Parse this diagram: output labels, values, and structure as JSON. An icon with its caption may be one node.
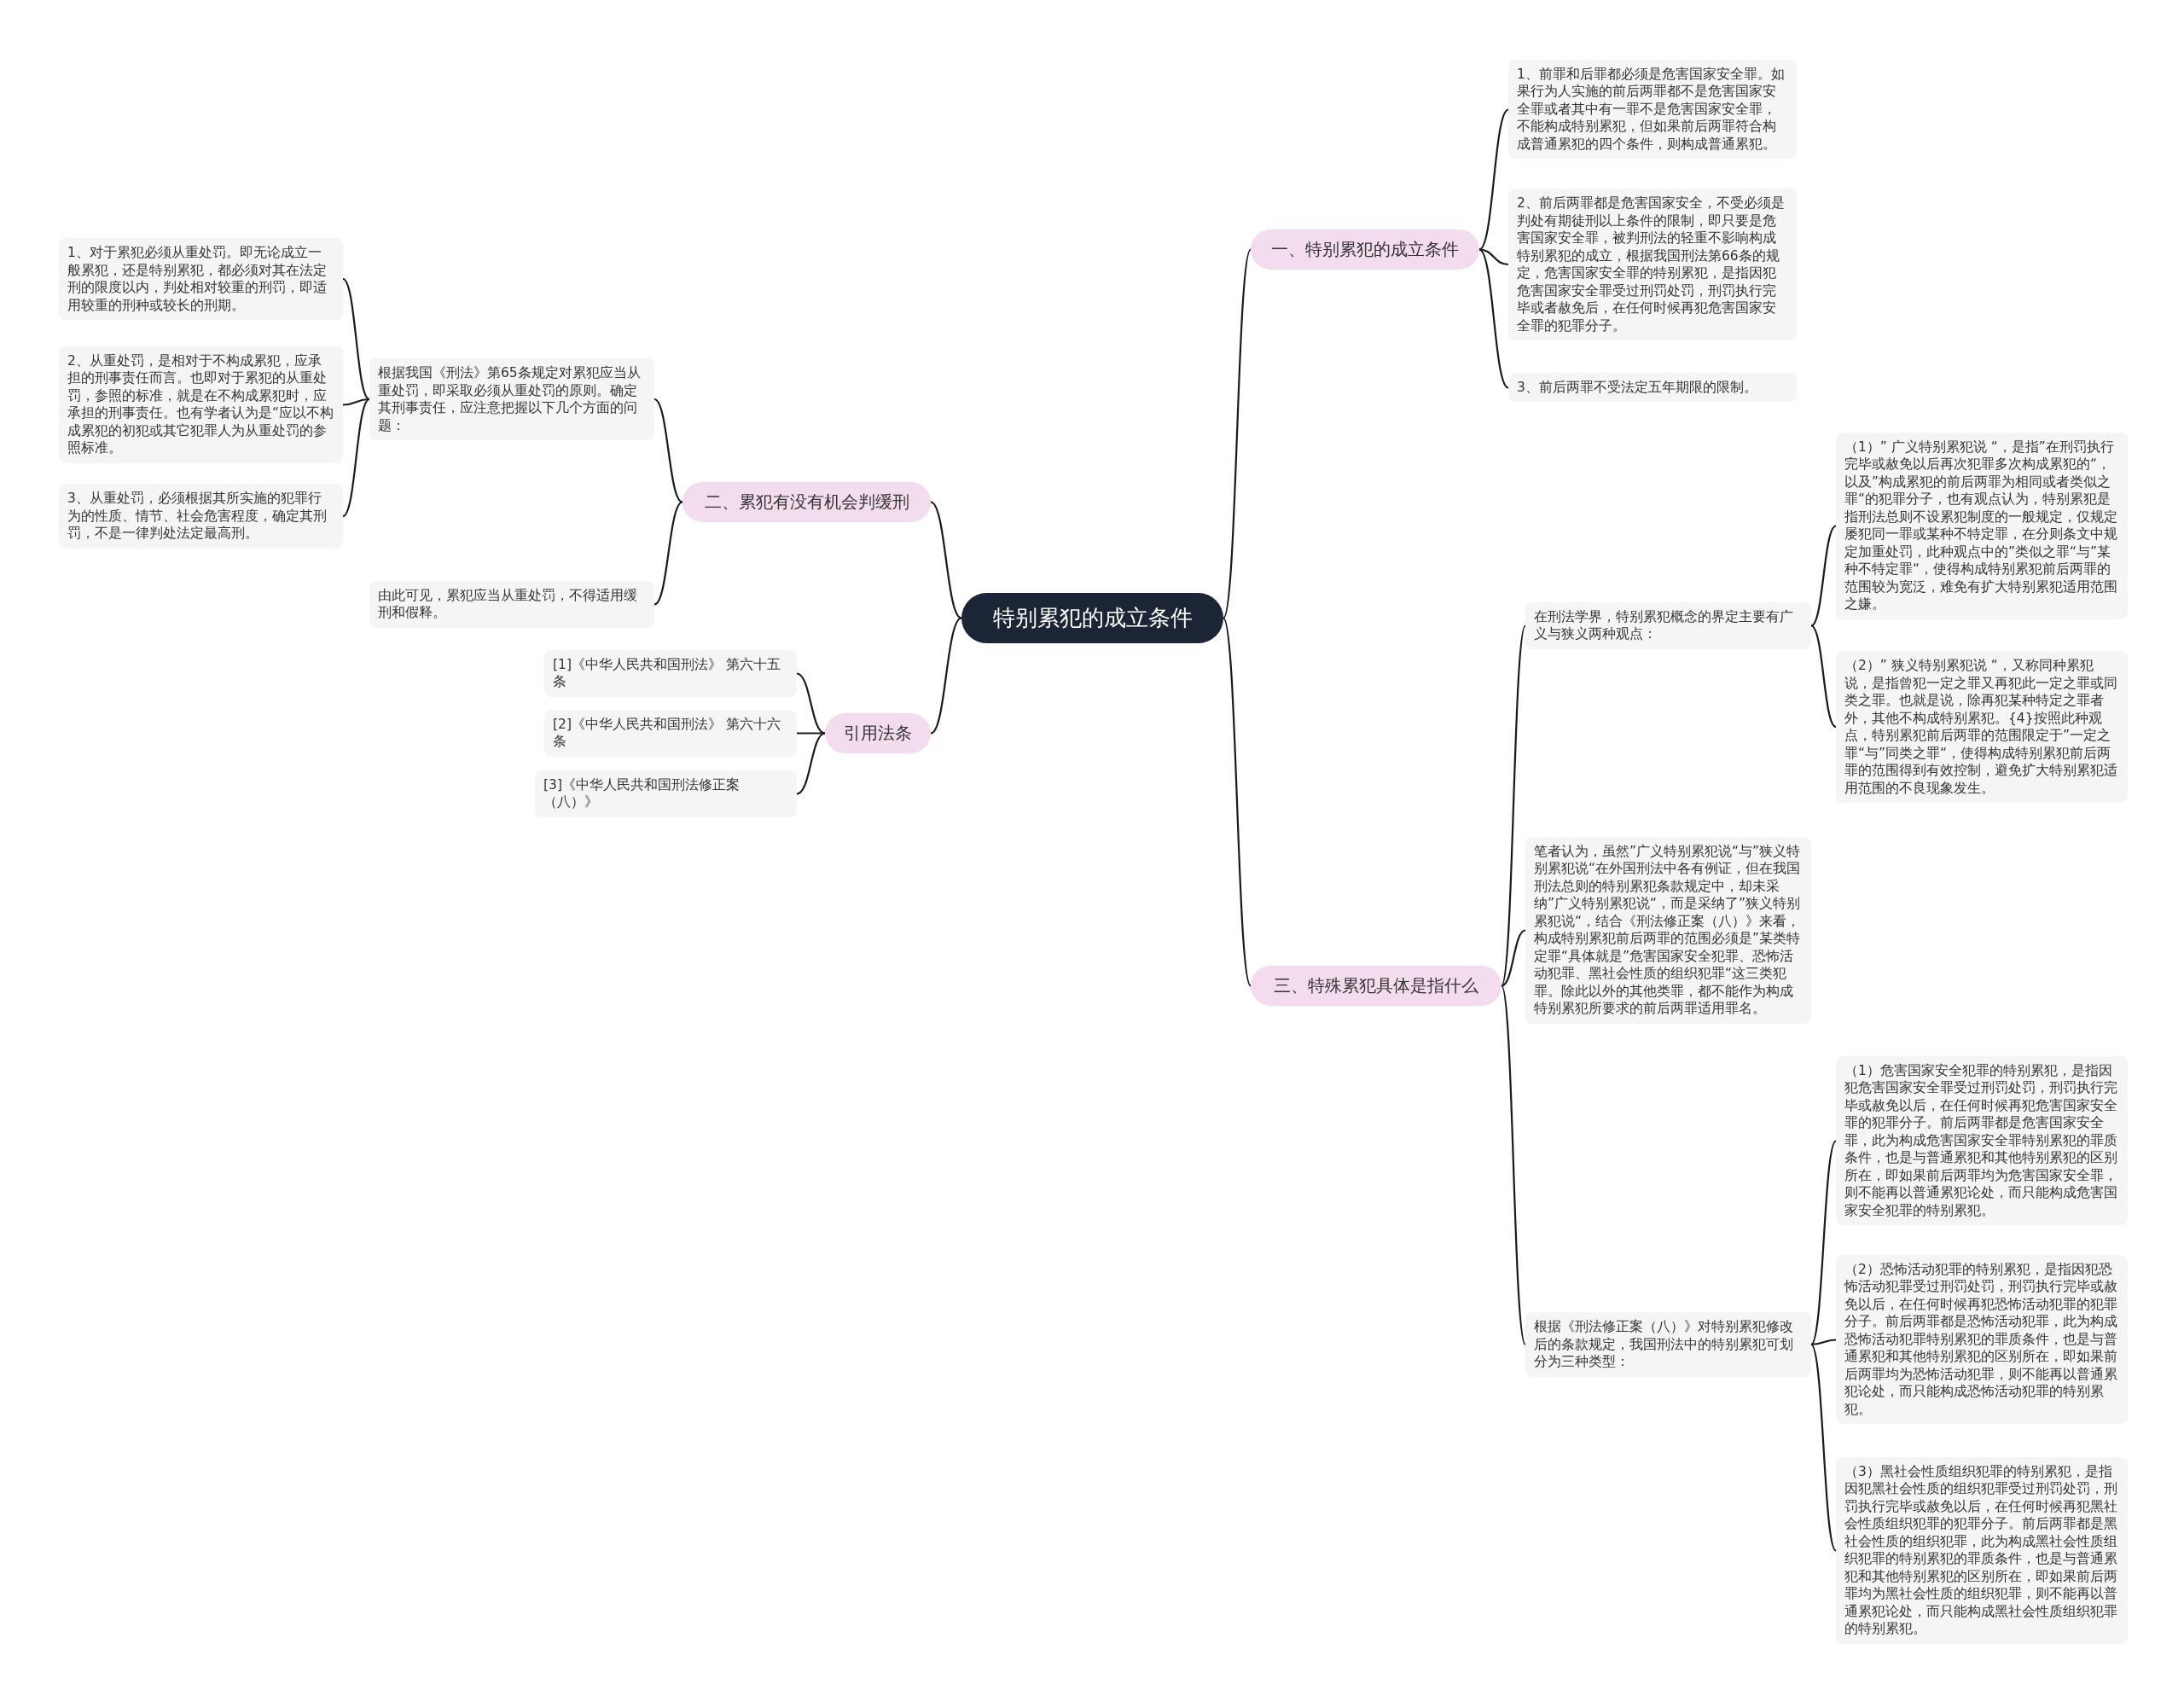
{
  "diagram": {
    "nodes": [
      {
        "text": [
          "特别累犯的成立条件"
        ]
      },
      {
        "text": [
          "一、特别累犯的成立条件"
        ]
      },
      {
        "text": [
          "1、前罪和后罪都必须是危害国家安全罪。如果行为人实施的前后两罪都不是危害国家安全罪或者其中有一罪不是危害国家安全罪，不能构成特别累犯，但如果前后两罪符合构成普通累犯的四个条件，则构成普通累犯。"
        ]
      },
      {
        "text": [
          "2、前后两罪都是危害国家安全，不受必须是判处有期徒刑以上条件的限制，即只要是危害国家安全罪，被判刑法的轻重不影响构成特别累犯的成立，根据我国刑法第66条的规定，危害国家安全罪的特别累犯，是指因犯危害国家安全罪受过刑罚处罚，刑罚执行完毕或者赦免后，在任何时候再犯危害国家安全罪的犯罪分子。"
        ]
      },
      {
        "text": [
          "3、前后两罪不受法定五年期限的限制。"
        ]
      },
      {
        "text": [
          "二、累犯有没有机会判缓刑"
        ]
      },
      {
        "text": [
          "根据我国《刑法》第65条规定对累犯应当从重处罚，即采取必须从重处罚的原则。确定其刑事责任，应注意把握以下几个方面的问题："
        ]
      },
      {
        "text": [
          "1、对于累犯必须从重处罚。即无论成立一般累犯，还是特别累犯，都必须对其在法定刑的限度以内，判处相对较重的刑罚，即适用较重的刑种或较长的刑期。"
        ]
      },
      {
        "text": [
          "2、从重处罚，是相对于不构成累犯，应承担的刑事责任而言。也即对于累犯的从重处罚，参照的标准，就是在不构成累犯时，应承担的刑事责任。也有学者认为是“应以不构成累犯的初犯或其它犯罪人为从重处罚的参照标准。"
        ]
      },
      {
        "text": [
          "3、从重处罚，必须根据其所实施的犯罪行为的性质、情节、社会危害程度，确定其刑罚，不是一律判处法定最高刑。"
        ]
      },
      {
        "text": [
          "由此可见，累犯应当从重处罚，不得适用缓刑和假释。"
        ]
      },
      {
        "text": [
          "引用法条"
        ]
      },
      {
        "text": [
          "[1]《中华人民共和国刑法》 第六十五条"
        ]
      },
      {
        "text": [
          "[2]《中华人民共和国刑法》 第六十六条"
        ]
      },
      {
        "text": [
          "[3]《中华人民共和国刑法修正案（八）》"
        ]
      },
      {
        "text": [
          "三、特殊累犯具体是指什么"
        ]
      },
      {
        "text": [
          "在刑法学界，特别累犯概念的界定主要有广义与狭义两种观点："
        ]
      },
      {
        "text": [
          "（1）” 广义特别累犯说 “，是指”在刑罚执行完毕或赦免以后再次犯罪多次构成累犯的“，以及”构成累犯的前后两罪为相同或者类似之罪“的犯罪分子，也有观点认为，特别累犯是指刑法总则不设累犯制度的一般规定，仅规定屡犯同一罪或某种不特定罪，在分则条文中规定加重处罚，此种观点中的”类似之罪“与”某种不特定罪“，使得构成特别累犯前后两罪的范围较为宽泛，难免有扩大特别累犯适用范围之嫌。"
        ]
      },
      {
        "text": [
          "（2）” 狭义特别累犯说 “，又称同种累犯说，是指曾犯一定之罪又再犯此一定之罪或同类之罪。也就是说，除再犯某种特定之罪者外，其他不构成特别累犯。{4}按照此种观点，特别累犯前后两罪的范围限定于”一定之罪“与”同类之罪“，使得构成特别累犯前后两罪的范围得到有效控制，避免扩大特别累犯适用范围的不良现象发生。"
        ]
      },
      {
        "text": [
          "笔者认为，虽然”广义特别累犯说“与”狭义特别累犯说“在外国刑法中各有例证，但在我国刑法总则的特别累犯条款规定中，却未采纳”广义特别累犯说“，而是采纳了”狭义特别累犯说“，结合《刑法修正案（八）》来看，构成特别累犯前后两罪的范围必须是”某类特定罪“具体就是”危害国家安全犯罪、恐怖活动犯罪、黑社会性质的组织犯罪“这三类犯罪。除此以外的其他类罪，都不能作为构成特别累犯所要求的前后两罪适用罪名。"
        ]
      },
      {
        "text": [
          "根据《刑法修正案（八）》对特别累犯修改后的条款规定，我国刑法中的特别累犯可划分为三种类型："
        ]
      },
      {
        "text": [
          "（1）危害国家安全犯罪的特别累犯，是指因犯危害国家安全罪受过刑罚处罚，刑罚执行完毕或赦免以后，在任何时候再犯危害国家安全罪的犯罪分子。前后两罪都是危害国家安全罪，此为构成危害国家安全罪特别累犯的罪质条件，也是与普通累犯和其他特别累犯的区别所在，即如果前后两罪均为危害国家安全罪，则不能再以普通累犯论处，而只能构成危害国家安全犯罪的特别累犯。"
        ]
      },
      {
        "text": [
          "（2）恐怖活动犯罪的特别累犯，是指因犯恐怖活动犯罪受过刑罚处罚，刑罚执行完毕或赦免以后，在任何时候再犯恐怖活动犯罪的犯罪分子。前后两罪都是恐怖活动犯罪，此为构成恐怖活动犯罪特别累犯的罪质条件，也是与普通累犯和其他特别累犯的区别所在，即如果前后两罪均为恐怖活动犯罪，则不能再以普通累犯论处，而只能构成恐怖活动犯罪的特别累犯。"
        ]
      },
      {
        "text": [
          "（3）黑社会性质组织犯罪的特别累犯，是指因犯黑社会性质的组织犯罪受过刑罚处罚，刑罚执行完毕或赦免以后，在任何时候再犯黑社会性质组织犯罪的犯罪分子。前后两罪都是黑社会性质的组织犯罪，此为构成黑社会性质组织犯罪的特别累犯的罪质条件，也是与普通累犯和其他特别累犯的区别所在，即如果前后两罪均为黑社会性质的组织犯罪，则不能再以普通累犯论处，而只能构成黑社会性质组织犯罪的特别累犯。"
        ]
      }
    ],
    "edges": [
      {
        "from": 0,
        "to": 1,
        "arrow": "none"
      },
      {
        "from": 1,
        "to": 2,
        "arrow": "none"
      },
      {
        "from": 1,
        "to": 3,
        "arrow": "none"
      },
      {
        "from": 1,
        "to": 4,
        "arrow": "none"
      },
      {
        "from": 0,
        "to": 5,
        "arrow": "none"
      },
      {
        "from": 5,
        "to": 6,
        "arrow": "none"
      },
      {
        "from": 6,
        "to": 7,
        "arrow": "none"
      },
      {
        "from": 6,
        "to": 8,
        "arrow": "none"
      },
      {
        "from": 6,
        "to": 9,
        "arrow": "none"
      },
      {
        "from": 5,
        "to": 10,
        "arrow": "none"
      },
      {
        "from": 0,
        "to": 11,
        "arrow": "none"
      },
      {
        "from": 11,
        "to": 12,
        "arrow": "none"
      },
      {
        "from": 11,
        "to": 13,
        "arrow": "none"
      },
      {
        "from": 11,
        "to": 14,
        "arrow": "none"
      },
      {
        "from": 0,
        "to": 15,
        "arrow": "none"
      },
      {
        "from": 15,
        "to": 16,
        "arrow": "none"
      },
      {
        "from": 16,
        "to": 17,
        "arrow": "none"
      },
      {
        "from": 16,
        "to": 18,
        "arrow": "none"
      },
      {
        "from": 15,
        "to": 19,
        "arrow": "none"
      },
      {
        "from": 15,
        "to": 20,
        "arrow": "none"
      },
      {
        "from": 20,
        "to": 21,
        "arrow": "none"
      },
      {
        "from": 20,
        "to": 22,
        "arrow": "none"
      },
      {
        "from": 20,
        "to": 23,
        "arrow": "none"
      }
    ]
  }
}
